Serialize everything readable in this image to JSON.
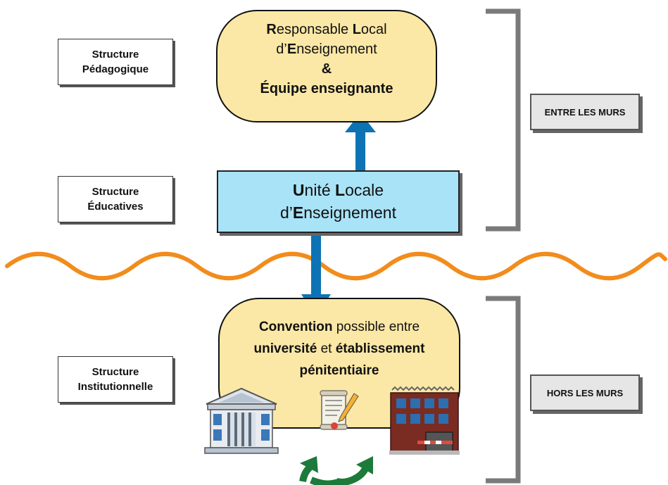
{
  "left_labels": {
    "pedagogique": [
      "Structure",
      "Pédagogique"
    ],
    "educatives": [
      "Structure",
      "Éducatives"
    ],
    "institutionnelle": [
      "Structure",
      "Institutionnelle"
    ]
  },
  "right_labels": {
    "entre": "ENTRE LES MURS",
    "hors": "HORS LES MURS"
  },
  "responsable": {
    "line1_a": "R",
    "line1_b": "esponsable ",
    "line1_c": "L",
    "line1_d": "ocal",
    "line2_a": "d’",
    "line2_b": "E",
    "line2_c": "nseignement",
    "amp": "&",
    "line4": "Équipe enseignante"
  },
  "ule": {
    "line1_a": "U",
    "line1_b": "nité ",
    "line1_c": "L",
    "line1_d": "ocale",
    "line2_a": "d’",
    "line2_b": "E",
    "line2_c": "nseignement"
  },
  "convention": {
    "l1_bold": "Convention",
    "l1_rest": " possible entre",
    "l2_bold1": "université",
    "l2_mid": " et ",
    "l2_bold2": "établissement",
    "l3_bold": "pénitentiaire"
  },
  "colors": {
    "blob": "#fbe8a6",
    "ule": "#a9e3f7",
    "arrow": "#0e73b4",
    "wave": "#f28c1c",
    "bracket": "#7a7a7a",
    "swap_arrow": "#1c7a3a"
  },
  "icons": [
    "university-icon",
    "contract-icon",
    "prison-icon",
    "swap-arrows-icon"
  ]
}
